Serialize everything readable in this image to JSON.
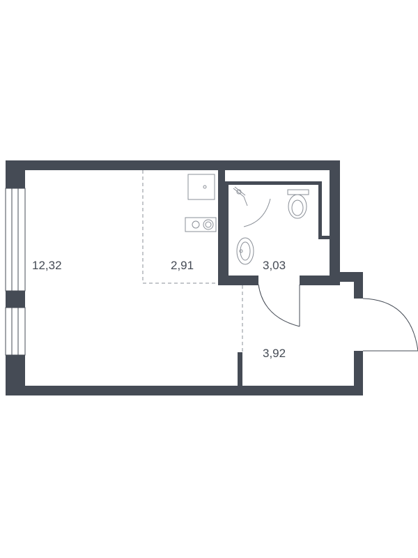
{
  "rooms": [
    {
      "id": "studio",
      "area": "12,32"
    },
    {
      "id": "kitchen",
      "area": "2,91"
    },
    {
      "id": "bathroom",
      "area": "3,03"
    },
    {
      "id": "hallway",
      "area": "3,92"
    }
  ],
  "colors": {
    "wall": "#454b55",
    "fixture": "#8a8f97",
    "background": "#ffffff"
  }
}
